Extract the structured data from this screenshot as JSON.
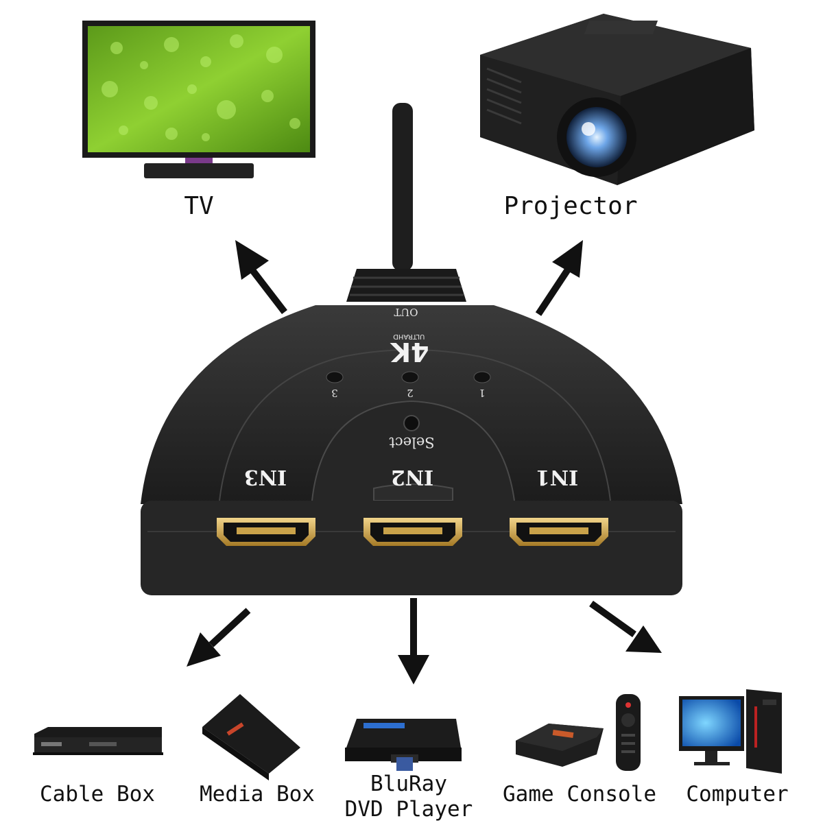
{
  "devices": {
    "tv": {
      "label": "TV"
    },
    "projector": {
      "label": "Projector"
    },
    "cable_box": {
      "label": "Cable Box"
    },
    "media_box": {
      "label": "Media Box"
    },
    "bluray": {
      "label_line1": "BluRay",
      "label_line2": "DVD Player"
    },
    "game_console": {
      "label": "Game Console"
    },
    "computer": {
      "label": "Computer"
    }
  },
  "switch": {
    "output_label": "OUT",
    "badge_main": "4K",
    "badge_sub": "ULTRAHD",
    "select_label": "Select",
    "indicators": [
      "3",
      "2",
      "1"
    ],
    "inputs": [
      "IN3",
      "IN2",
      "IN1"
    ]
  },
  "colors": {
    "arrow": "#111111",
    "switch_body": "#2a2a2a",
    "hdmi_gold": "#c9a24a",
    "tv_screen": "#6fb825"
  }
}
